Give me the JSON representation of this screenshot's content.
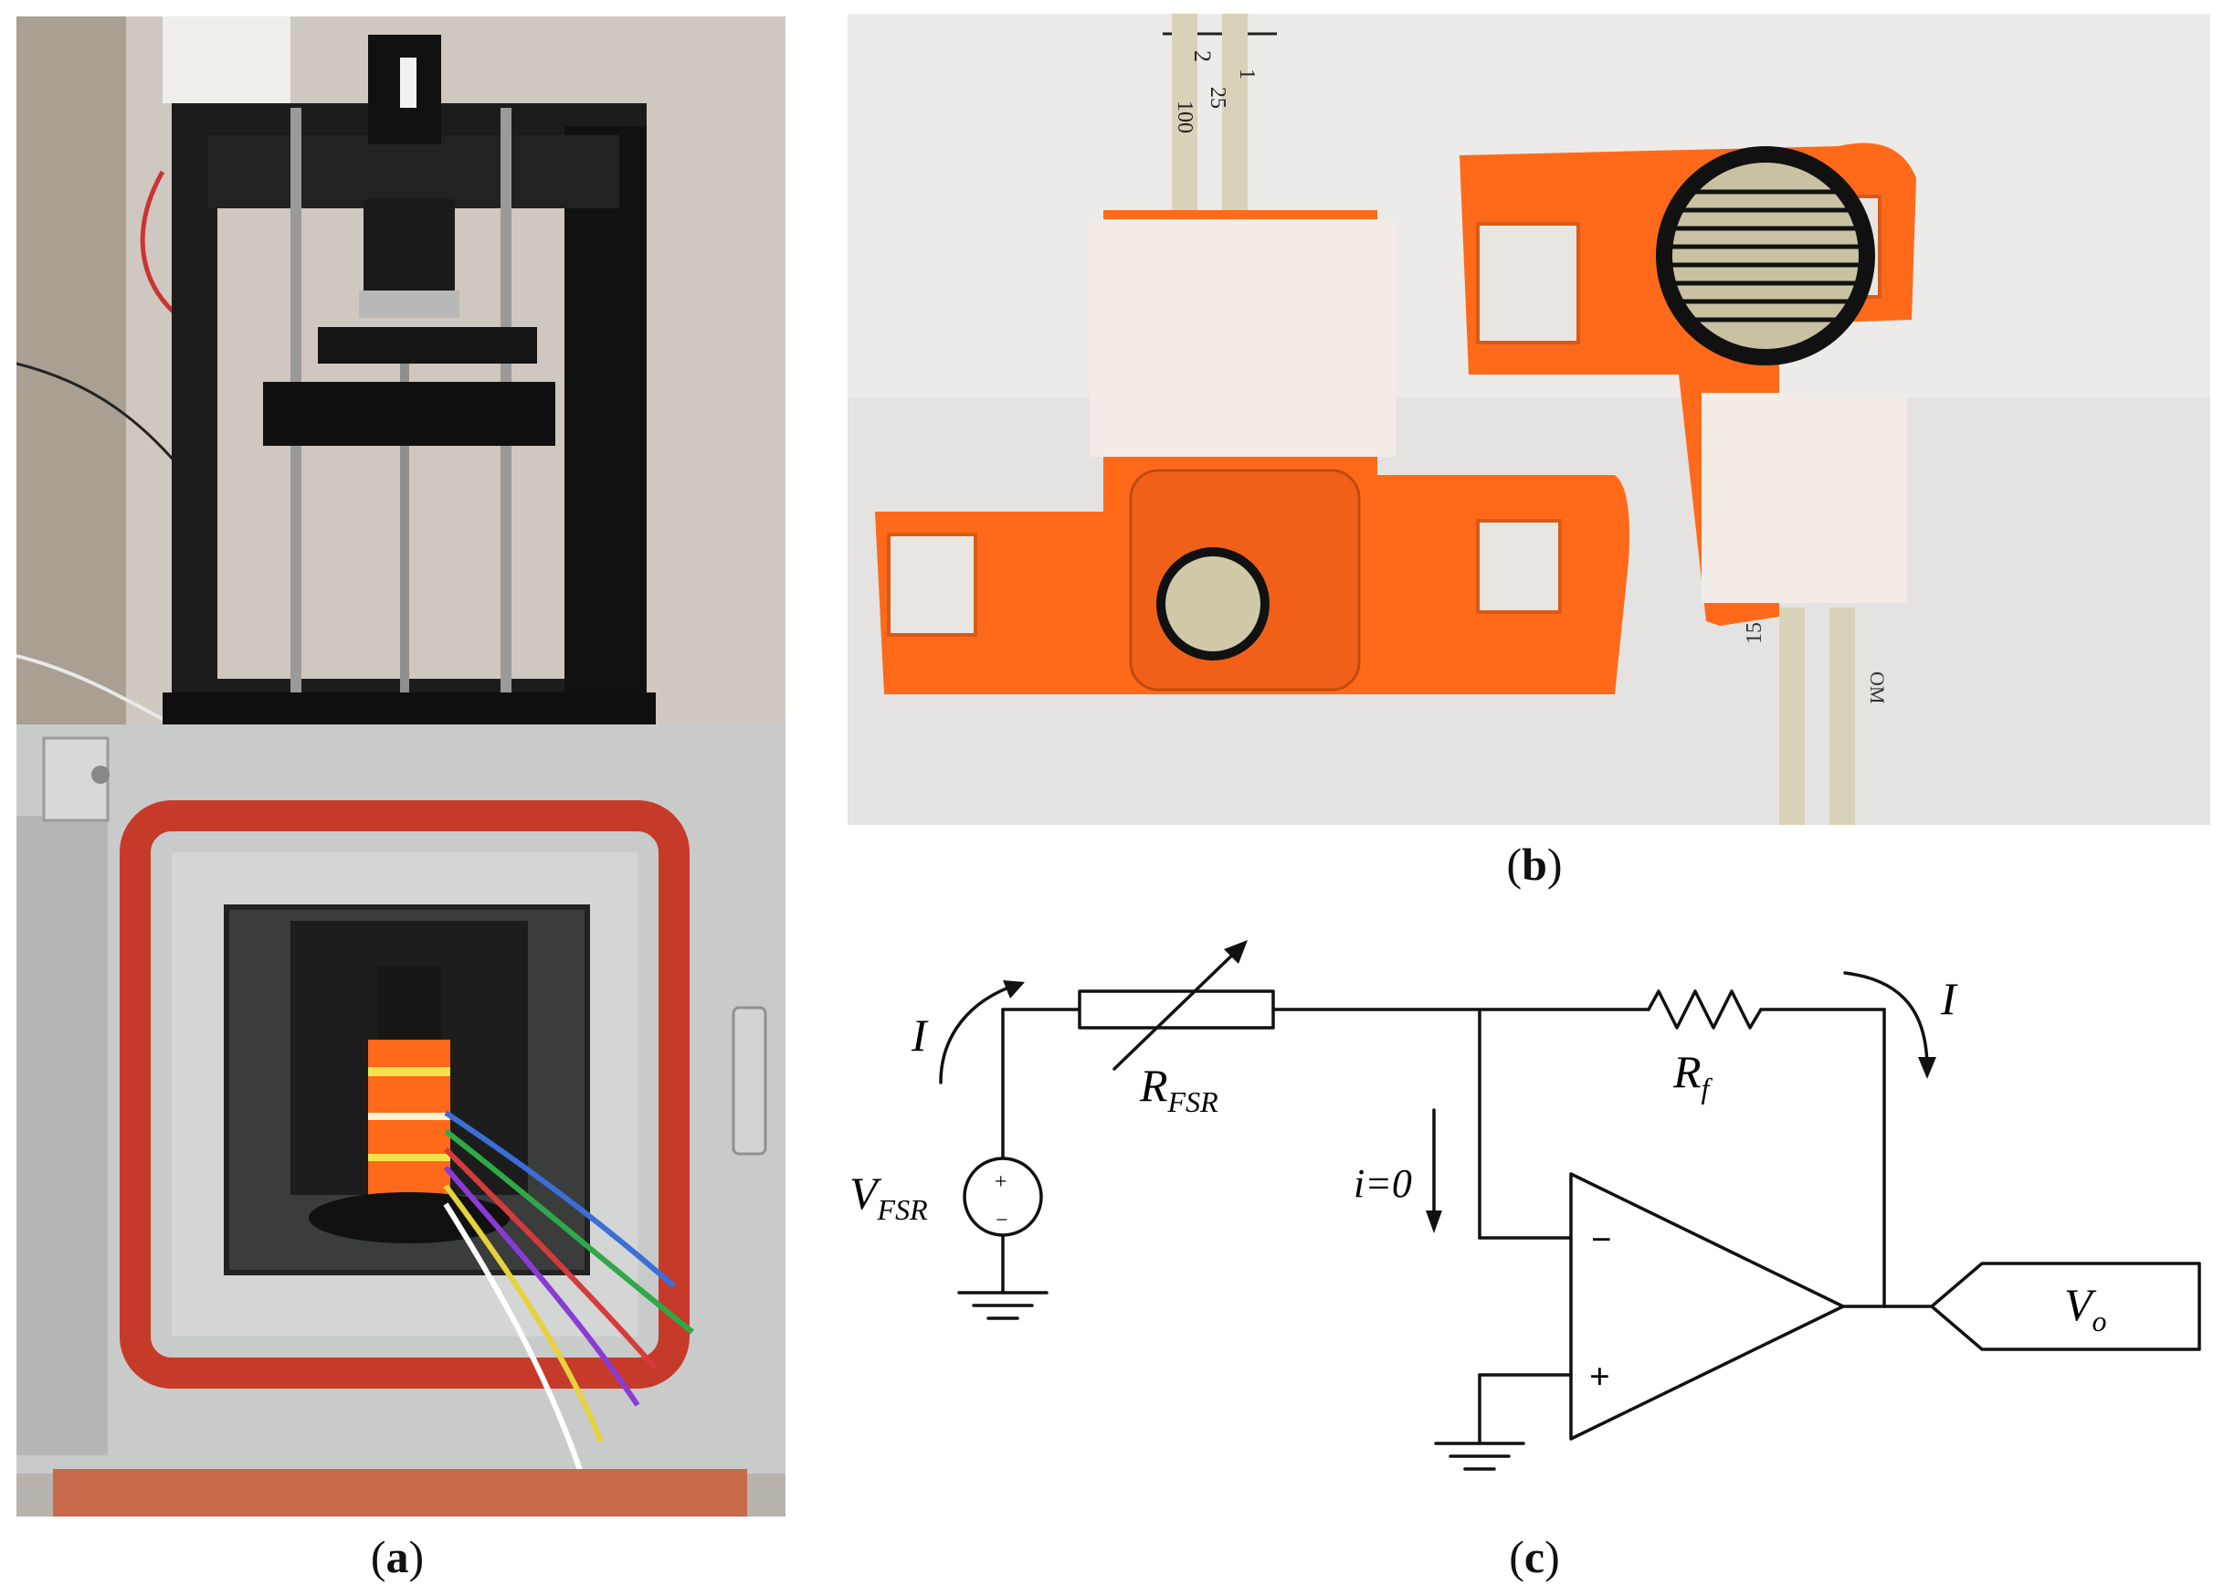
{
  "figure": {
    "panel_a": {
      "caption_letter": "a"
    },
    "panel_b": {
      "caption_letter": "b",
      "strip_marks": [
        "2",
        "1",
        "25",
        "100"
      ],
      "strip_bottom_mark": "15",
      "strip_bottom_mark_right": "OM"
    },
    "panel_c": {
      "caption_letter": "c",
      "current_left": "I",
      "current_right": "I",
      "resistor_fsr_main": "R",
      "resistor_fsr_sub": "FSR",
      "resistor_f_main": "R",
      "resistor_f_sub": "f",
      "source_main": "V",
      "source_sub": "FSR",
      "source_plus": "+",
      "source_minus": "−",
      "input_current": "i=0",
      "opamp_minus": "−",
      "opamp_plus": "+",
      "output_main": "V",
      "output_sub": "o"
    }
  },
  "colors": {
    "frame_black": "#1a1a1a",
    "oven_gray": "#c9ccca",
    "oven_red": "#c63a2a",
    "print_orange": "#ff6a1a",
    "tape_white": "#f3ece6",
    "sensor_gold": "#cfc9a8"
  }
}
